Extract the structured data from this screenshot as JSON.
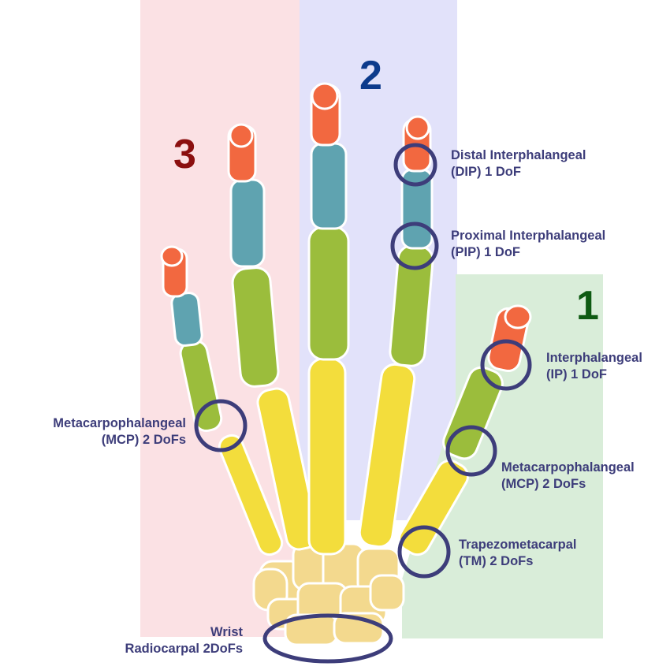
{
  "colors": {
    "group_3_band": "#fbe1e4",
    "group_2_band": "#e2e2fa",
    "group_1_band": "#d9edd9",
    "group_3_number": "#8b0f0f",
    "group_2_number": "#0d3b8c",
    "group_1_number": "#0e5a12",
    "distal_phalanx": "#f26840",
    "middle_phalanx": "#5fa3b0",
    "proximal_phalanx": "#9bbd3c",
    "metacarpal": "#f3dd3c",
    "carpal": "#f3d98e",
    "joint_ring": "#3d3d7a",
    "label_text": "#3d3d7a"
  },
  "groups": {
    "three": "3",
    "two": "2",
    "one": "1"
  },
  "labels": {
    "dip": {
      "line1": "Distal Interphalangeal",
      "line2": "(DIP) 1 DoF"
    },
    "pip": {
      "line1": "Proximal Interphalangeal",
      "line2": "(PIP) 1 DoF"
    },
    "ip": {
      "line1": "Interphalangeal",
      "line2": "(IP) 1 DoF"
    },
    "mcp_left": {
      "line1": "Metacarpophalangeal",
      "line2": "(MCP) 2 DoFs"
    },
    "mcp_right": {
      "line1": "Metacarpophalangeal",
      "line2": "(MCP) 2 DoFs"
    },
    "tm": {
      "line1": "Trapezometacarpal",
      "line2": "(TM) 2 DoFs"
    },
    "wrist": {
      "line1": "Wrist",
      "line2": "Radiocarpal 2DoFs"
    }
  }
}
